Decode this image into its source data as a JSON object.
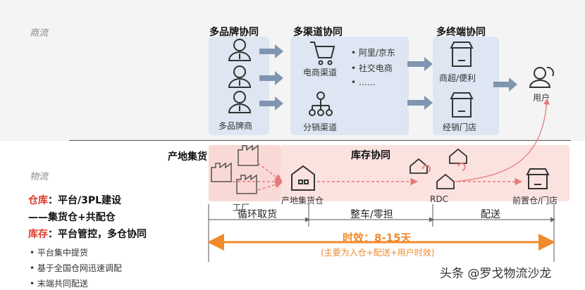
{
  "side": {
    "top": "商流",
    "bottom": "物流"
  },
  "headers": {
    "brand": "多品牌协同",
    "channel": "多渠道协同",
    "terminal": "多终端协同",
    "origin": "产地集货",
    "inventory": "库存协同"
  },
  "labels": {
    "brand_merchant": "多品牌商",
    "ecommerce": "电商渠道",
    "distribution": "分销渠道",
    "supermarket": "商超/便利",
    "store": "经销门店",
    "user": "用户",
    "factory": "工厂",
    "origin_warehouse": "产地集货仓",
    "rdc": "RDC",
    "front_warehouse": "前置仓/门店"
  },
  "bullets": [
    "• 阿里/京东",
    "• 社交电商",
    "• ……"
  ],
  "stages": {
    "loop": "循环取货",
    "truck": "整车/零担",
    "delivery": "配送"
  },
  "timing": {
    "main": "时效：8-15天",
    "note": "(主要为入仓+配送+用户时效)"
  },
  "left": {
    "warehouse_key": "仓库",
    "warehouse_val": "：平台/3PL建设",
    "warehouse_line2": "——集货仓+共配仓",
    "stock_key": "库存",
    "stock_val": "：平台管控，多仓协同",
    "points": [
      "• 平台集中提货",
      "• 基于全国仓网迅速调配",
      "• 末端共同配送"
    ]
  },
  "watermark": "头条 @罗戈物流沙龙",
  "colors": {
    "accent_red": "#e03a2b",
    "orange": "#f08a2c",
    "blue_panel": "#dde6f2",
    "pink_panel": "#f9d9d6",
    "arrow_blue": "#7f95b0"
  }
}
